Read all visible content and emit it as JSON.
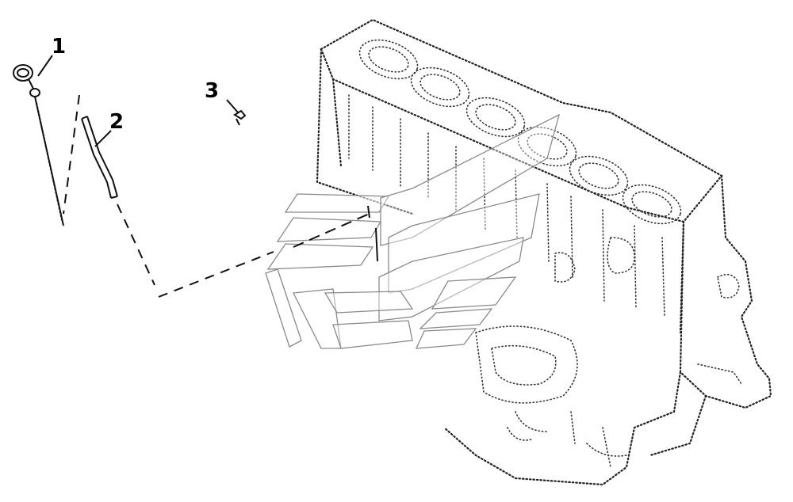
{
  "callouts": [
    {
      "id": "1",
      "label": "1"
    },
    {
      "id": "2",
      "label": "2"
    },
    {
      "id": "3",
      "label": "3"
    }
  ],
  "parts": [
    {
      "callout": "1",
      "icon": "dipstick-icon"
    },
    {
      "callout": "2",
      "icon": "dipstick-tube-icon"
    },
    {
      "callout": "3",
      "icon": "bolt-icon"
    }
  ],
  "background": "#ffffff",
  "line_color": "#111111",
  "panel_outline_color": "#8a8a8a"
}
